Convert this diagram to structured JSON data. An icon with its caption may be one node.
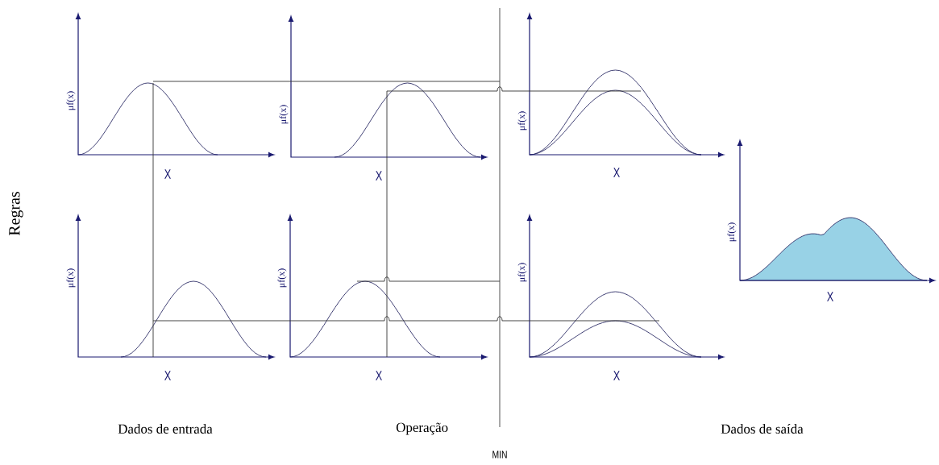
{
  "diagram": {
    "labels": [
      "Regras",
      "μf(x)",
      "X",
      "μf(x)",
      "X",
      "μf(x)",
      "X",
      "μf(x)",
      "X",
      "μf(x)",
      "X",
      "μf(x)",
      "X",
      "μf(x)",
      "X",
      "Dados de entrada",
      "Operação",
      "Dados de saída",
      "MIN"
    ]
  }
}
